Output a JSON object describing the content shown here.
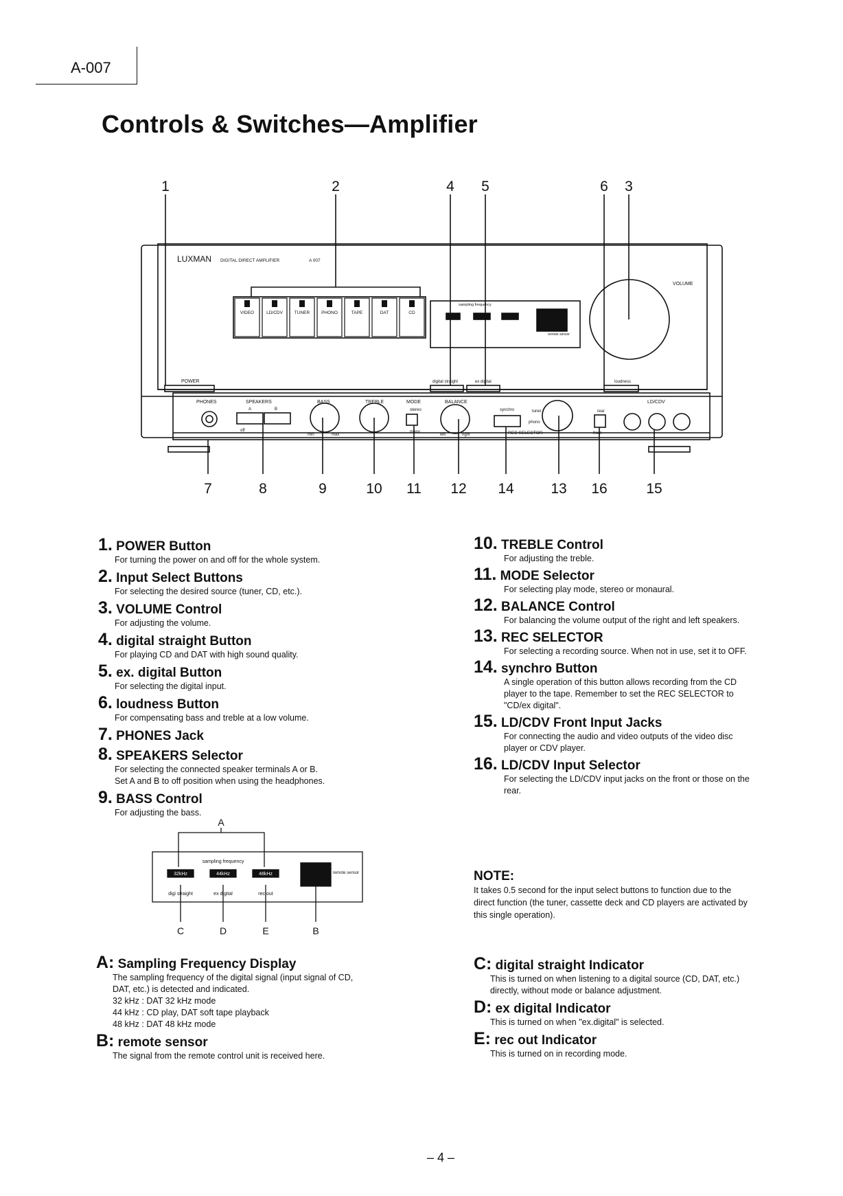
{
  "header": {
    "model": "A-007",
    "title": "Controls & Switches—Amplifier"
  },
  "figure": {
    "callouts_top": [
      "1",
      "2",
      "4",
      "5",
      "6",
      "3"
    ],
    "callouts_bottom": [
      "7",
      "8",
      "9",
      "10",
      "11",
      "12",
      "14",
      "13",
      "16",
      "15"
    ],
    "brand": "LUXMAN",
    "subtitle": "DIGITAL DIRECT AMPLIFIER",
    "model_small": "A 007",
    "input_buttons": [
      "VIDEO",
      "LD/CDV",
      "TUNER",
      "PHONO",
      "TAPE",
      "DAT",
      "CD"
    ],
    "labels": {
      "volume": "VOLUME",
      "power": "POWER",
      "phones": "PHONES",
      "speakers": "SPEAKERS",
      "bass": "BASS",
      "treble": "TREBLE",
      "mode": "MODE",
      "balance": "BALANCE",
      "ldcdv": "LD/CDV",
      "loudness": "loudness",
      "rec_selector": "REC SELECTOR",
      "digital_straight": "digital straight",
      "ex_digital": "ex digital",
      "sampling": "sampling frequency",
      "remote": "remote sensor",
      "stereo": "stereo",
      "mono": "mono",
      "min": "min",
      "max": "max",
      "left": "left",
      "right": "right",
      "synchro": "synchro",
      "tuner": "tuner",
      "phono": "phono",
      "rear": "rear",
      "front": "front",
      "off": "off",
      "a": "A",
      "b": "B"
    }
  },
  "items_left": [
    {
      "num": "1.",
      "title": "POWER Button",
      "desc": [
        "For turning the power on and off for the whole system."
      ]
    },
    {
      "num": "2.",
      "title": "Input Select Buttons",
      "desc": [
        "For selecting the desired source (tuner, CD, etc.)."
      ]
    },
    {
      "num": "3.",
      "title": "VOLUME Control",
      "desc": [
        "For adjusting the volume."
      ]
    },
    {
      "num": "4.",
      "title": "digital straight Button",
      "desc": [
        "For playing CD and DAT with high sound quality."
      ]
    },
    {
      "num": "5.",
      "title": "ex. digital Button",
      "desc": [
        "For selecting the digital input."
      ]
    },
    {
      "num": "6.",
      "title": "loudness Button",
      "desc": [
        "For compensating bass and treble at a low volume."
      ]
    },
    {
      "num": "7.",
      "title": "PHONES Jack",
      "desc": []
    },
    {
      "num": "8.",
      "title": "SPEAKERS Selector",
      "desc": [
        "For selecting the connected speaker terminals A or B.",
        "Set A and B to off position when using the headphones."
      ]
    },
    {
      "num": "9.",
      "title": "BASS Control",
      "desc": [
        "For adjusting the bass."
      ]
    }
  ],
  "items_right": [
    {
      "num": "10.",
      "title": "TREBLE Control",
      "desc": [
        "For adjusting the treble."
      ]
    },
    {
      "num": "11.",
      "title": "MODE Selector",
      "desc": [
        "For selecting play mode, stereo or monaural."
      ]
    },
    {
      "num": "12.",
      "title": "BALANCE Control",
      "desc": [
        "For balancing the volume output of the right and left speakers."
      ]
    },
    {
      "num": "13.",
      "title": "REC SELECTOR",
      "desc": [
        "For selecting a recording source.  When not in use, set it to OFF."
      ]
    },
    {
      "num": "14.",
      "title": "synchro Button",
      "desc": [
        "A single operation of this button allows recording from the CD",
        "player to the tape.  Remember to set the REC SELECTOR to",
        "\"CD/ex digital\"."
      ]
    },
    {
      "num": "15.",
      "title": "LD/CDV Front Input Jacks",
      "desc": [
        "For connecting the audio and video outputs of the video disc",
        "player or CDV player."
      ]
    },
    {
      "num": "16.",
      "title": "LD/CDV Input Selector",
      "desc": [
        "For selecting the LD/CDV input jacks on the front or those on the",
        "rear."
      ]
    }
  ],
  "small_figure": {
    "callout_top": "A",
    "callouts_bottom": [
      "C",
      "D",
      "E",
      "B"
    ],
    "header": "sampling frequency",
    "freqs": [
      "32kHz",
      "44kHz",
      "48kHz"
    ],
    "labels": [
      "digi straight",
      "ex digital",
      "rec out"
    ],
    "remote": "remote sensor"
  },
  "note": {
    "title": "NOTE:",
    "lines": [
      "It takes 0.5 second for the input select buttons to function due to the",
      "direct function (the tuner, cassette deck and CD players are activated by",
      "this single operation)."
    ]
  },
  "items_bottom_left": [
    {
      "num": "A:",
      "title": "Sampling Frequency Display",
      "desc": [
        "The sampling frequency of the digital signal (input signal of CD,",
        "DAT, etc.) is detected and indicated.",
        "32 kHz : DAT 32 kHz mode",
        "44 kHz : CD play, DAT soft tape playback",
        "48 kHz : DAT 48 kHz mode"
      ]
    },
    {
      "num": "B:",
      "title": "remote sensor",
      "desc": [
        "The signal from the remote control unit is received here."
      ]
    }
  ],
  "items_bottom_right": [
    {
      "num": "C:",
      "title": "digital straight Indicator",
      "desc": [
        "This is turned on when listening to a digital source (CD, DAT, etc.)",
        "directly, without mode or balance adjustment."
      ]
    },
    {
      "num": "D:",
      "title": "ex digital Indicator",
      "desc": [
        "This is turned on when \"ex.digital\" is selected."
      ]
    },
    {
      "num": "E:",
      "title": "rec out Indicator",
      "desc": [
        "This is turned on in recording mode."
      ]
    }
  ],
  "page_number": "– 4 –"
}
